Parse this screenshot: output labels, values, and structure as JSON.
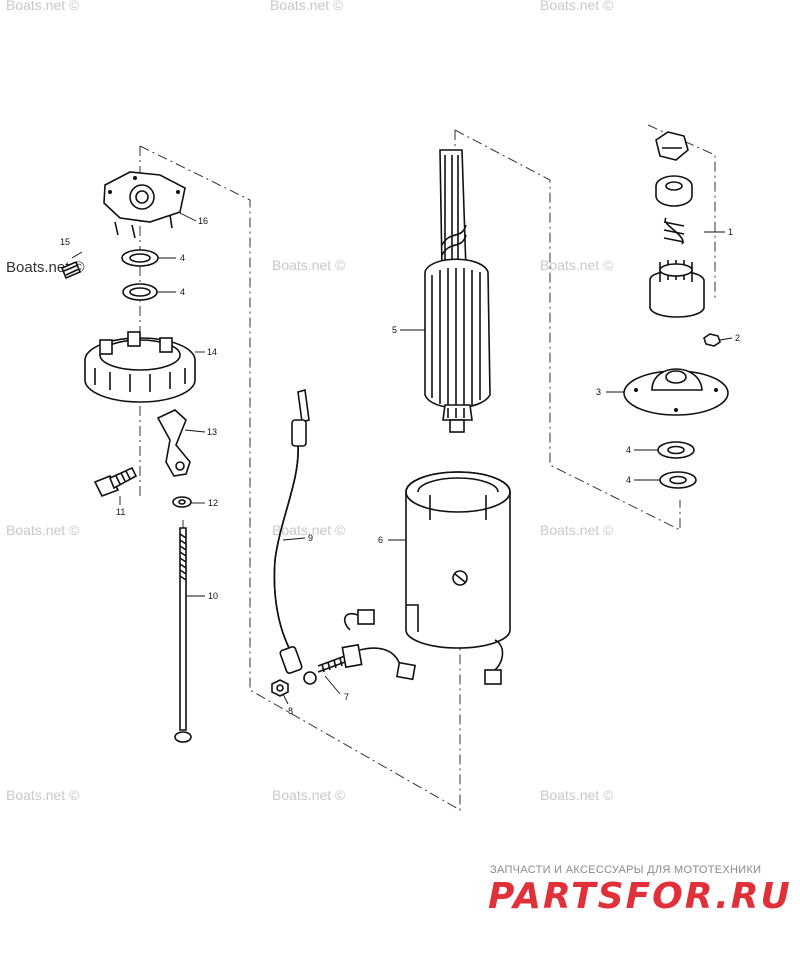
{
  "parts": [
    {
      "id": "1",
      "label": "1"
    },
    {
      "id": "2",
      "label": "2"
    },
    {
      "id": "3",
      "label": "3"
    },
    {
      "id": "4a",
      "label": "4"
    },
    {
      "id": "4b",
      "label": "4"
    },
    {
      "id": "4c",
      "label": "4"
    },
    {
      "id": "4d",
      "label": "4"
    },
    {
      "id": "5",
      "label": "5"
    },
    {
      "id": "6",
      "label": "6"
    },
    {
      "id": "7",
      "label": "7"
    },
    {
      "id": "8",
      "label": "8"
    },
    {
      "id": "9",
      "label": "9"
    },
    {
      "id": "10",
      "label": "10"
    },
    {
      "id": "11",
      "label": "11"
    },
    {
      "id": "12",
      "label": "12"
    },
    {
      "id": "13",
      "label": "13"
    },
    {
      "id": "14",
      "label": "14"
    },
    {
      "id": "15",
      "label": "15"
    },
    {
      "id": "16",
      "label": "16"
    }
  ],
  "watermarks": {
    "text": "Boats.net ©",
    "dark_text": "Boats.net ©"
  },
  "branding": {
    "subtitle": "ЗАПЧАСТИ И АКСЕССУАРЫ ДЛЯ МОТОТЕХНИКИ",
    "logo": "PARTSFOR.RU",
    "logo_color": "#e0303a"
  }
}
